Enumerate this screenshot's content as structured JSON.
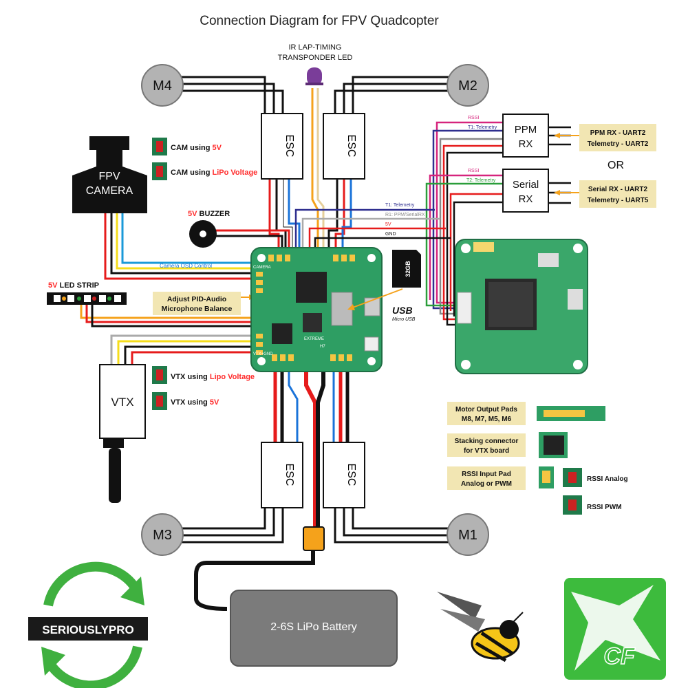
{
  "title": "Connection Diagram for FPV Quadcopter",
  "motors": {
    "m1": "M1",
    "m2": "M2",
    "m3": "M3",
    "m4": "M4"
  },
  "esc_label": "ESC",
  "ir_led": {
    "line1": "IR LAP-TIMING",
    "line2": "TRANSPONDER LED"
  },
  "camera": {
    "line1": "FPV",
    "line2": "CAMERA"
  },
  "cam_options": [
    {
      "text": "CAM using ",
      "highlight": "5V"
    },
    {
      "text": "CAM using ",
      "highlight": "LiPo Voltage"
    }
  ],
  "buzzer": {
    "highlight": "5V",
    "text": " BUZZER"
  },
  "led_strip": {
    "highlight": "5V",
    "text": " LED STRIP"
  },
  "camera_osd": "Camera OSD Control",
  "adjust_pid": {
    "line1": "Adjust PID-Audio",
    "line2": "Microphone Balance"
  },
  "vtx": "VTX",
  "vtx_options": [
    {
      "text": "VTX using ",
      "highlight": "Lipo Voltage"
    },
    {
      "text": "VTX using ",
      "highlight": "5V"
    }
  ],
  "fc_labels": {
    "camera": "CAMERA",
    "vtx_gnd": "VTX+GND",
    "extreme": "EXTREME",
    "h7": "H7"
  },
  "rx_wires": {
    "rssi1": "RSSI",
    "t1": "T1: Telemetry",
    "rssi2": "RSSI",
    "t2": "T2: Telemetry"
  },
  "bus_wires": {
    "t1": "T1: Telemetry",
    "r1": "R1: PPM/SerialRX",
    "v5": "5V",
    "gnd": "GND"
  },
  "ppm_rx": {
    "line1": "PPM",
    "line2": "RX"
  },
  "serial_rx": {
    "line1": "Serial",
    "line2": "RX"
  },
  "ppm_box": {
    "line1": "PPM RX - UART2",
    "line2": "Telemetry - UART2"
  },
  "or": "OR",
  "serial_box": {
    "line1": "Serial RX - UART2",
    "line2": "Telemetry - UART5"
  },
  "sd_card": {
    "size": "32GB"
  },
  "usb": {
    "logo": "USB",
    "sub": "Micro USB"
  },
  "legend": [
    {
      "line1": "Motor Output Pads",
      "line2": "M8, M7, M5, M6"
    },
    {
      "line1": "Stacking connector",
      "line2": "for VTX board"
    },
    {
      "line1": "RSSI Input Pad",
      "line2": "Analog or PWM"
    }
  ],
  "rssi_analog": "RSSI Analog",
  "rssi_pwm": "RSSI PWM",
  "battery": "2-6S LiPo Battery",
  "logos": {
    "seriouslypro": "SERIOUSLYPRO",
    "cf": "CF"
  },
  "colors": {
    "red": "#ff2b2b",
    "wire_red": "#e61b1b",
    "orange": "#f5a21b",
    "pcb": "#2e9e63",
    "label_bg": "#f2e6b3",
    "sp_green": "#3fb03f",
    "cf_green": "#3dbb3d"
  }
}
